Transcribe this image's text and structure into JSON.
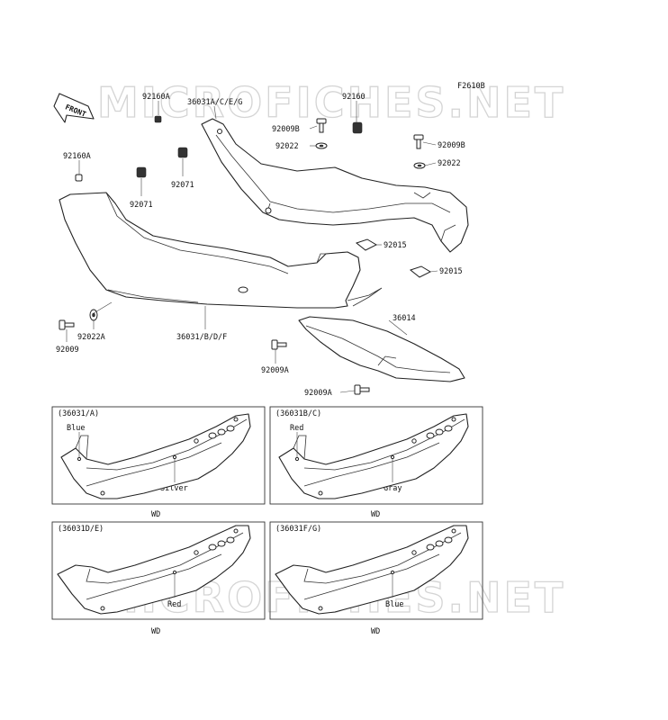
{
  "diagram": {
    "figure_code": "F2610B",
    "front_label": "FRONT",
    "watermark": "MICROFICHES.NET"
  },
  "callouts": {
    "p92160A_top": "92160A",
    "p36031ACEG": "36031A/C/E/G",
    "p92160_top": "92160",
    "p92009B_left": "92009B",
    "p92022_left": "92022",
    "p92009B_right": "92009B",
    "p92022_right": "92022",
    "p92160A_left": "92160A",
    "p92071_left": "92071",
    "p92071_mid": "92071",
    "p92015_a": "92015",
    "p92015_b": "92015",
    "p36014": "36014",
    "p92022A": "92022A",
    "p92009": "92009",
    "p36031BDF": "36031/B/D/F",
    "p92009A_a": "92009A",
    "p92009A_b": "92009A"
  },
  "variants": [
    {
      "code": "(36031/A)",
      "color_top": "Blue",
      "color_body": "Silver",
      "note": "WD"
    },
    {
      "code": "(36031B/C)",
      "color_top": "Red",
      "color_body": "Gray",
      "note": "WD"
    },
    {
      "code": "(36031D/E)",
      "color_top": "",
      "color_body": "Red",
      "note": "WD"
    },
    {
      "code": "(36031F/G)",
      "color_top": "",
      "color_body": "Blue",
      "note": "WD"
    }
  ]
}
